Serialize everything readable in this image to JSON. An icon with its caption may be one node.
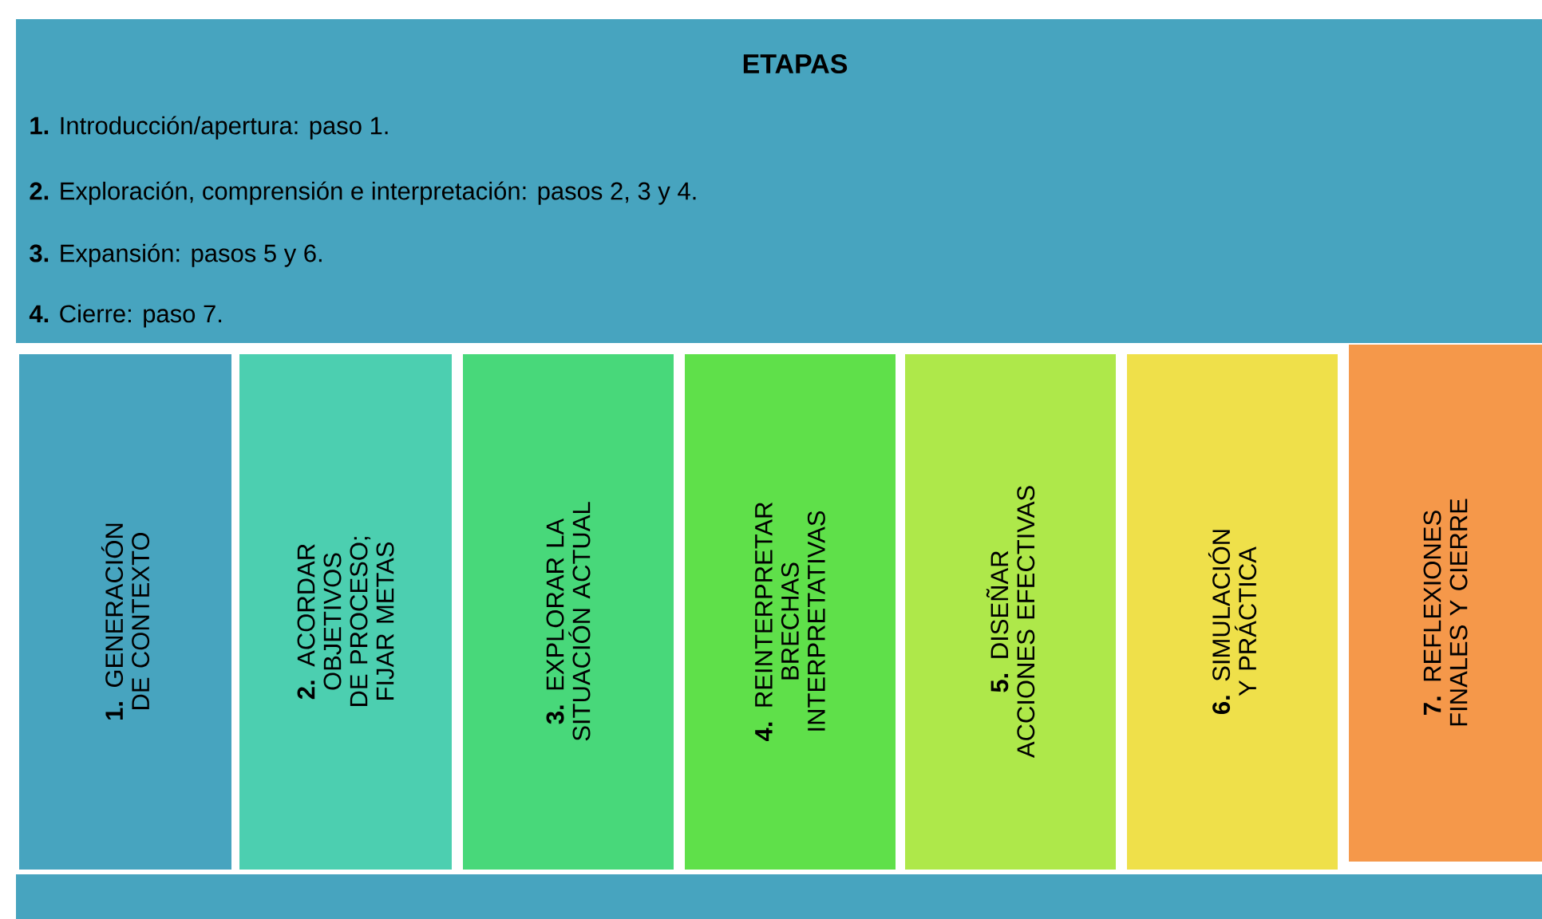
{
  "diagram": {
    "nodes": [
      {
        "text": [
          "ETAPAS",
          "**1.** Introducción/apertura: paso 1.",
          "**2.** Exploración, comprensión e interpretación: pasos 2, 3 y 4.",
          "**3.** Expansión: pasos 5 y 6.",
          "**4.** Cierre: paso 7."
        ]
      },
      {
        "text": [
          "**1.** GENERACIÓN DE CONTEXTO"
        ]
      },
      {
        "text": [
          "**2.** ACORDAR OBJETIVOS DE PROCESO; FIJAR METAS"
        ]
      },
      {
        "text": [
          "**3.** EXPLORAR LA SITUACIÓN ACTUAL"
        ]
      },
      {
        "text": [
          "**4.** REINTERPRETAR BRECHAS INTERPRETATIVAS"
        ]
      },
      {
        "text": [
          "**5.** DISEÑAR ACCIONES EFECTIVAS"
        ]
      },
      {
        "text": [
          "**6.** SIMULACIÓN Y PRÁCTICA"
        ]
      },
      {
        "text": [
          "**7.** REFLEXIONES FINALES Y CIERRE"
        ]
      },
      {
        "text": [],
        "shape": "bar"
      }
    ],
    "edges": []
  }
}
